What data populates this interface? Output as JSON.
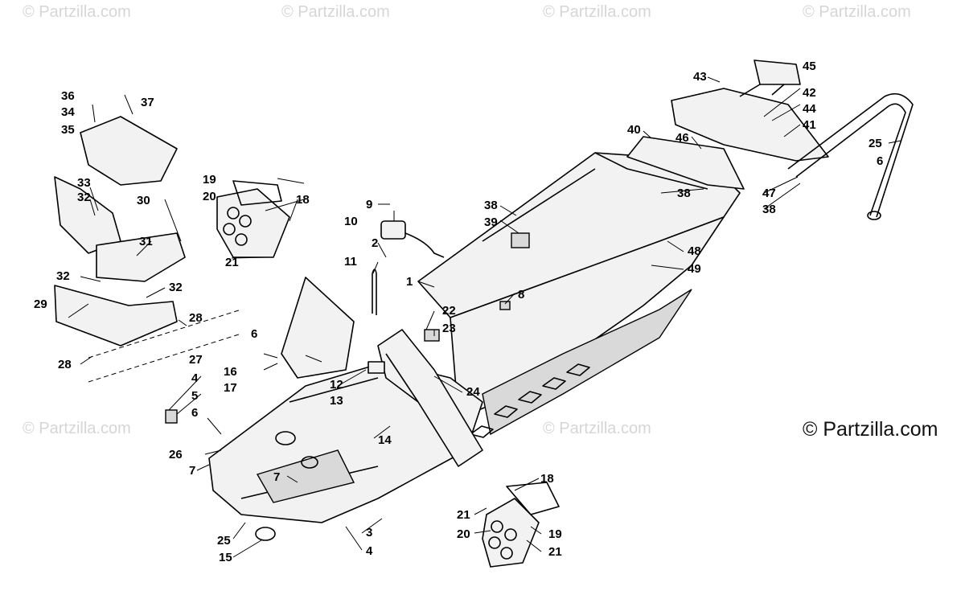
{
  "watermark": "© Partzilla.com",
  "copyright": "© Partzilla.com",
  "callouts": [
    "1",
    "2",
    "3",
    "4",
    "5",
    "6",
    "7",
    "8",
    "9",
    "10",
    "11",
    "12",
    "13",
    "14",
    "15",
    "16",
    "17",
    "18",
    "19",
    "20",
    "21",
    "22",
    "23",
    "24",
    "25",
    "26",
    "27",
    "28",
    "29",
    "30",
    "31",
    "32",
    "33",
    "34",
    "35",
    "36",
    "37",
    "38",
    "39",
    "40",
    "41",
    "42",
    "43",
    "44",
    "45",
    "46",
    "47",
    "48",
    "49"
  ]
}
